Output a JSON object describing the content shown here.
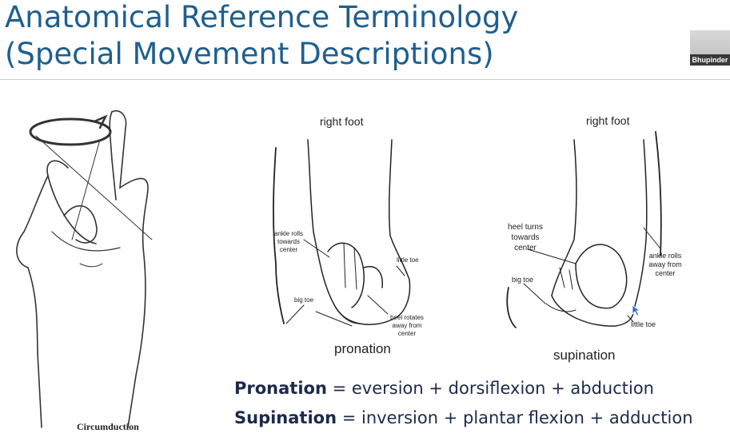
{
  "title": {
    "line1": "Anatomical Reference Terminology",
    "line2": "(Special Movement Descriptions)"
  },
  "participant": {
    "name": "Bhupinder"
  },
  "figures": {
    "circumduction": {
      "caption": "Circumduction"
    },
    "pronation": {
      "heading": "right foot",
      "labels": {
        "ankle": "ankle rolls towards center",
        "little_toe": "little toe",
        "big_toe": "big toe",
        "heel": "heel rotates away from center"
      },
      "caption": "pronation"
    },
    "supination": {
      "heading": "right foot",
      "labels": {
        "heel": "heel turns towards center",
        "ankle": "ankle rolls away from center",
        "big_toe": "big toe",
        "little_toe": "little toe"
      },
      "caption": "supination"
    }
  },
  "definitions": {
    "pronation": {
      "term": "Pronation",
      "equation": " = eversion + dorsiflexion + abduction"
    },
    "supination": {
      "term": "Supination",
      "equation": " = inversion + plantar flexion + adduction"
    }
  }
}
